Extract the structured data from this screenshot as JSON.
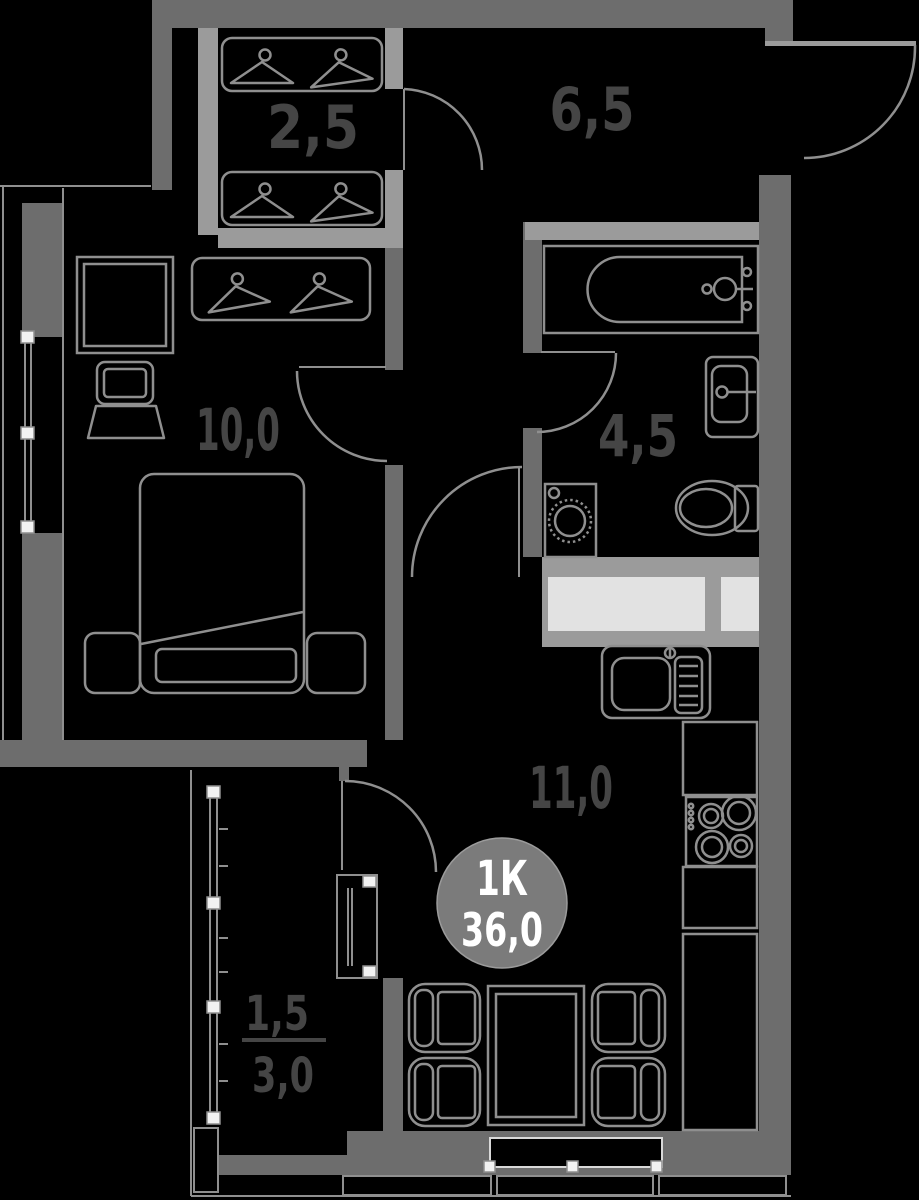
{
  "plan": {
    "type": "apartment-floor-plan",
    "badge": {
      "type": "1К",
      "area": "36,0"
    },
    "labels": {
      "closet": "2,5",
      "hallway": "6,5",
      "bedroom": "10,0",
      "bathroom": "4,5",
      "kitchen": "11,0",
      "balcony_reduced": "1,5",
      "balcony_full": "3,0"
    },
    "fixtures": [
      "hanger-icon",
      "wardrobe-hangers",
      "dresser",
      "desk",
      "desk-chair",
      "double-bed",
      "pillow",
      "nightstand-left",
      "nightstand-right",
      "bathtub",
      "bath-faucet",
      "wash-basin",
      "toilet",
      "washing-machine",
      "duct-shaft",
      "kitchen-sink",
      "kitchen-counter",
      "stove-burners",
      "dining-table",
      "dining-chair",
      "window",
      "door-arc",
      "balcony-glazing",
      "entrance-door"
    ],
    "colors": {
      "background": "#000000",
      "wall": "#6d6d6d",
      "partition": "#9b9b9b",
      "line": "#8f8f8f",
      "label": "#454545",
      "shaft": "#e2e2e2",
      "badge": "#7b7b7b",
      "badge_text": "#ffffff",
      "window_square": "#f2f2f2",
      "window_frame": "#d9d9d9"
    }
  }
}
